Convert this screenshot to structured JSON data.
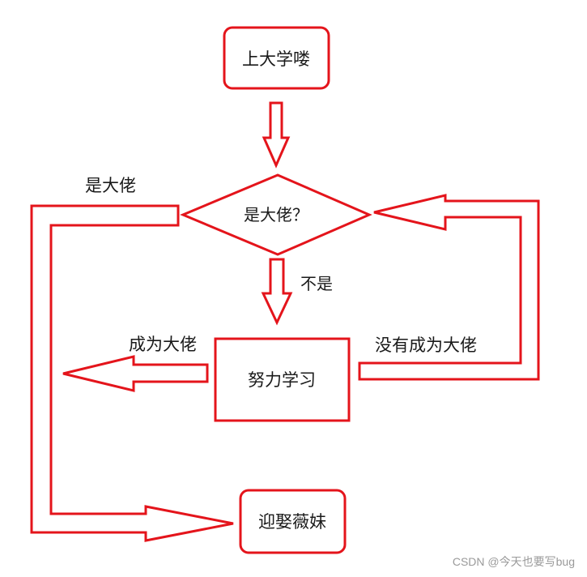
{
  "nodes": {
    "start": "上大学喽",
    "decision": "是大佬？",
    "study": "努力学习",
    "end": "迎娶薇妹"
  },
  "edge_labels": {
    "yes": "是大佬",
    "no": "不是",
    "became": "成为大佬",
    "not_became": "没有成为大佬"
  },
  "watermark": "CSDN @今天也要写bug",
  "colors": {
    "stroke": "#e4141b",
    "text": "#1a1a1a",
    "watermark": "#9a9a9a"
  }
}
